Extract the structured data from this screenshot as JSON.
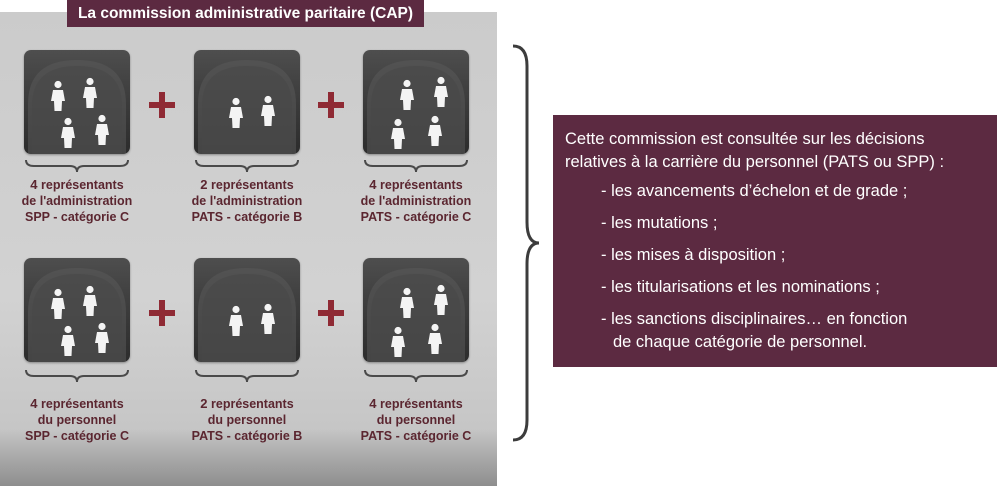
{
  "title": "La commission administrative paritaire (CAP)",
  "rows": [
    {
      "cells": [
        {
          "count": "4",
          "line1": " représentants",
          "line2": "de l'administration",
          "line3": "SPP - catégorie C",
          "figures": 4
        },
        {
          "count": "2",
          "line1": " représentants",
          "line2": "de l'administration",
          "line3": "PATS - catégorie B",
          "figures": 2
        },
        {
          "count": "4",
          "line1": " représentants",
          "line2": "de l'administration",
          "line3": "PATS - catégorie C",
          "figures": 4
        }
      ]
    },
    {
      "cells": [
        {
          "count": "4",
          "line1": " représentants",
          "line2": "du personnel",
          "line3": "SPP - catégorie C",
          "figures": 4
        },
        {
          "count": "2",
          "line1": " représentants",
          "line2": "du personnel",
          "line3": "PATS - catégorie B",
          "figures": 2
        },
        {
          "count": "4",
          "line1": " représentants",
          "line2": "du personnel",
          "line3": "PATS - catégorie C",
          "figures": 4
        }
      ]
    }
  ],
  "plus_symbol": "+",
  "description": {
    "intro": "Cette commission est consultée sur les décisions relatives à la carrière du personnel (PATS ou SPP) :",
    "items": [
      "- les avancements d’échelon et de grade ;",
      "- les mutations ;",
      "- les mises à disposition ;",
      "- les titularisations et les nominations ;",
      "- les sanctions disciplinaires… en fonction"
    ],
    "last_item_continuation": "de chaque catégorie de personnel."
  },
  "colors": {
    "accent": "#5c2a41",
    "plus": "#8f2a34",
    "caption_text": "#5b2630",
    "panel": "#cbcbcb",
    "icon_tile": "#3d3d3d"
  },
  "icons": {
    "tile": "people-icon",
    "figure": "person-icon",
    "operator": "plus-icon",
    "group_marker": "brace-icon"
  }
}
